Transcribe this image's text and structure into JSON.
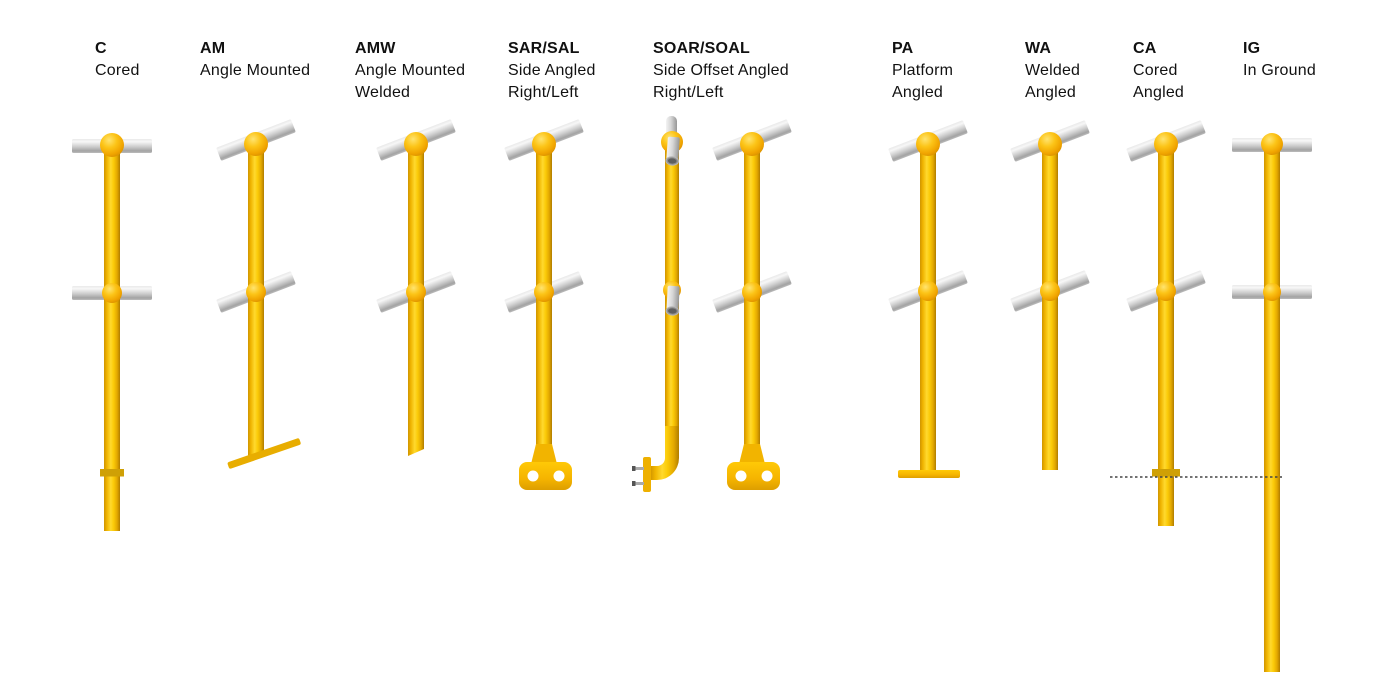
{
  "diagram": {
    "subject": "stanchion-mounting-types",
    "background": "#ffffff"
  },
  "colors": {
    "post_yellow": "#f6be00",
    "post_shadow": "#b07d00",
    "ball_orange": "#f2a900",
    "rail_gray": "#c9c9c9",
    "ground_line": "#444444",
    "text": "#111111"
  },
  "stanchions": [
    {
      "code": "C",
      "desc1": "Cored"
    },
    {
      "code": "AM",
      "desc1": "Angle Mounted"
    },
    {
      "code": "AMW",
      "desc1": "Angle Mounted",
      "desc2": "Welded"
    },
    {
      "code": "SAR/SAL",
      "desc1": "Side Angled",
      "desc2": "Right/Left"
    },
    {
      "code": "SOAR/SOAL",
      "desc1": "Side Offset Angled",
      "desc2": "Right/Left"
    },
    {
      "code": "PA",
      "desc1": "Platform",
      "desc2": "Angled"
    },
    {
      "code": "WA",
      "desc1": "Welded",
      "desc2": "Angled"
    },
    {
      "code": "CA",
      "desc1": "Cored",
      "desc2": "Angled"
    },
    {
      "code": "IG",
      "desc1": "In  Ground"
    }
  ]
}
